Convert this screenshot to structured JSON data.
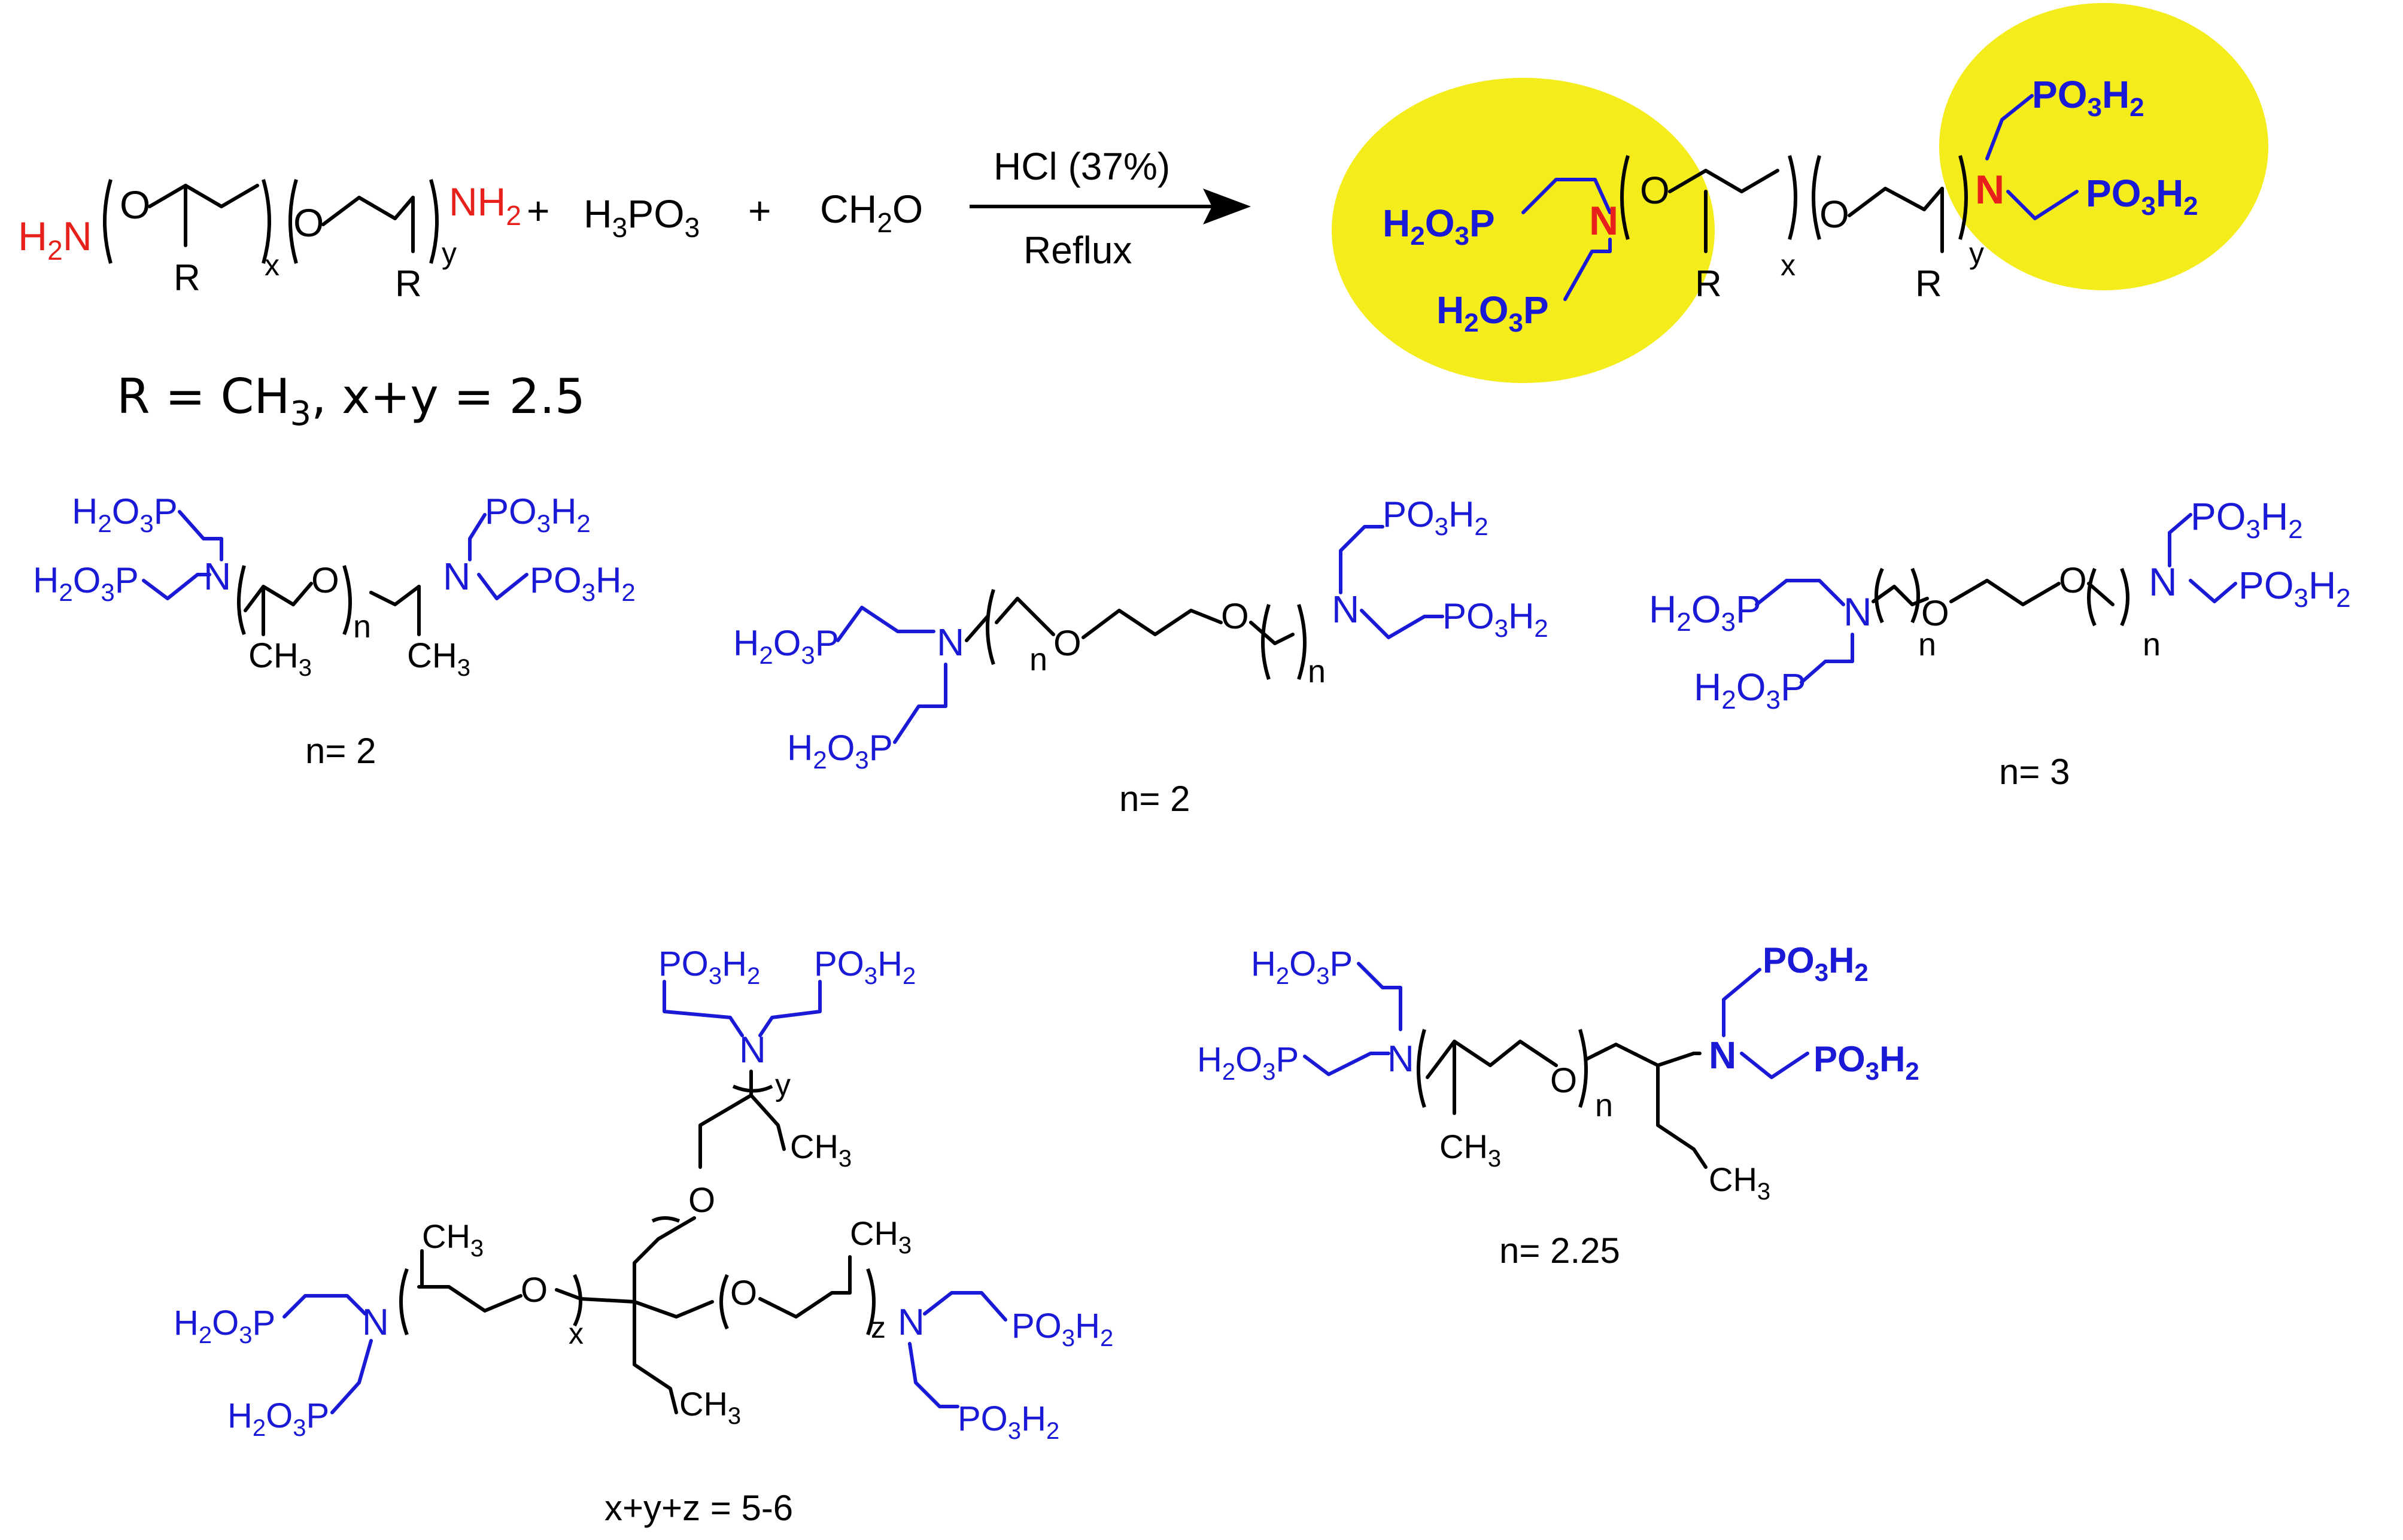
{
  "colors": {
    "blue": "#1a1ad6",
    "red": "#e8201c",
    "black": "#000000",
    "highlight": "#f5ec1c"
  },
  "reaction": {
    "amine_terminal": "H2N",
    "amine_terminal_end": "NH2",
    "reagent1": "H3PO3",
    "reagent2": "CH2O",
    "plus": "+",
    "arrow_above": "HCl (37%)",
    "arrow_below": "Reflux",
    "r_definition": "R = CH3, x+y = 2.5",
    "group": "PO3H2",
    "group_left": "H2O3P",
    "sub_x": "x",
    "sub_y": "y",
    "r": "R",
    "n": "N",
    "o": "O"
  },
  "structures": [
    {
      "caption": "n= 2"
    },
    {
      "caption": "n= 2"
    },
    {
      "caption": "n= 3"
    },
    {
      "caption": "x+y+z = 5-6"
    },
    {
      "caption": "n= 2.25"
    }
  ]
}
